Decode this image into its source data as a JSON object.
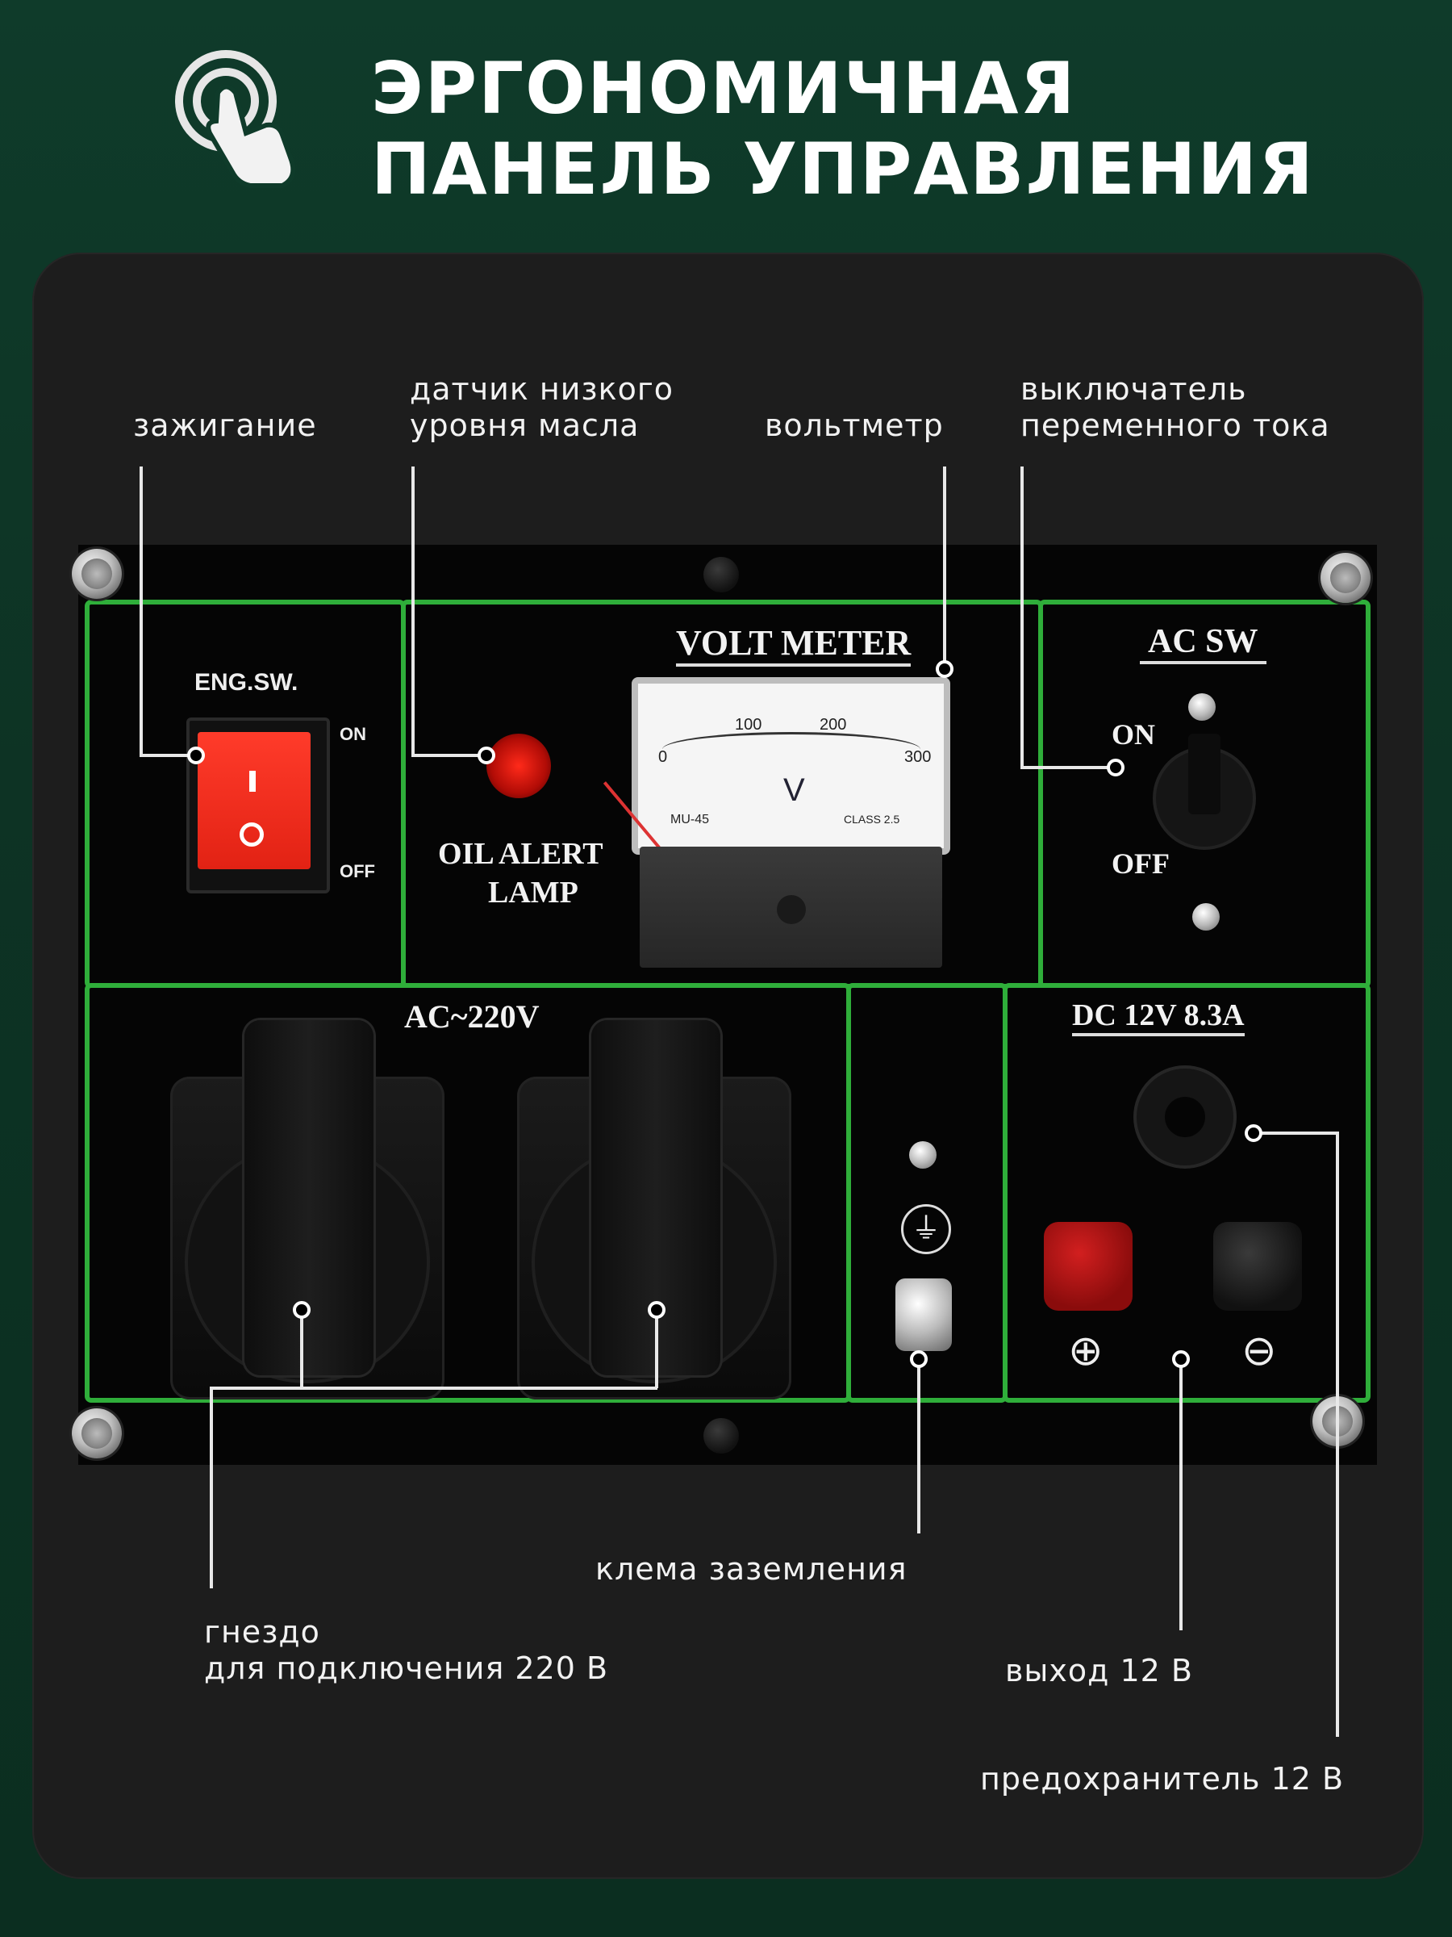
{
  "header": {
    "title_line1": "ЭРГОНОМИЧНАЯ",
    "title_line2": "ПАНЕЛЬ УПРАВЛЕНИЯ",
    "icon": "touch-hand-icon"
  },
  "callouts": {
    "ignition": "зажигание",
    "oil_sensor_line1": "датчик низкого",
    "oil_sensor_line2": "уровня масла",
    "voltmeter": "вольтметр",
    "ac_switch_line1": "выключатель",
    "ac_switch_line2": "переменного тока",
    "socket_line1": "гнездо",
    "socket_line2": "для подключения 220 В",
    "ground": "клема заземления",
    "dc_output": "выход 12 В",
    "fuse": "предохранитель 12 В"
  },
  "panel": {
    "eng_sw": "ENG.SW.",
    "on": "ON",
    "off": "OFF",
    "oil_alert_line1": "OIL  ALERT",
    "oil_alert_line2": "LAMP",
    "voltmeter_label": "VOLT METER",
    "ac_sw": "AC SW",
    "ac_on": "ON",
    "ac_off": "OFF",
    "ac_220": "AC~220V",
    "dc_label": "DC 12V   8.3A",
    "meter": {
      "scale": [
        "0",
        "100",
        "200",
        "300"
      ],
      "unit": "V",
      "model": "MU-45",
      "class": "CLASS 2.5"
    },
    "plus": "⊕",
    "minus": "⊖",
    "ground_symbol": "⏚"
  },
  "colors": {
    "accent_green": "#2fae3a",
    "switch_red": "#e8281c",
    "background_top": "#0f3b2a"
  }
}
